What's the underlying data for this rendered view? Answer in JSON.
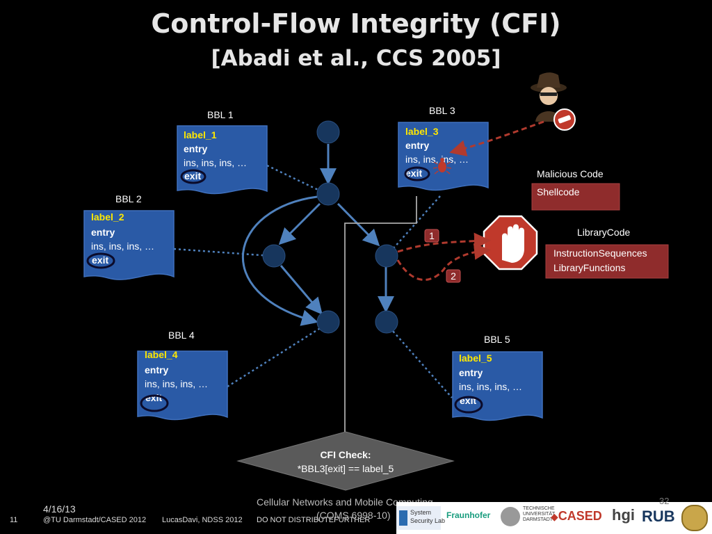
{
  "title": "Control-Flow Integrity (CFI)",
  "subtitle": "[Abadi et al., CCS 2005]",
  "blocks": [
    {
      "caption": "BBL 1",
      "label": "label_1",
      "entry": "entry",
      "ins": "ins, ins, ins, …",
      "exit": "exit"
    },
    {
      "caption": "BBL 2",
      "label": "label_2",
      "entry": "entry",
      "ins": "ins, ins, ins, …",
      "exit": "exit"
    },
    {
      "caption": "BBL 3",
      "label": "label_3",
      "entry": "entry",
      "ins": "ins, ins, ins, …",
      "exit": "exit"
    },
    {
      "caption": "BBL 4",
      "label": "label_4",
      "entry": "entry",
      "ins": "ins, ins, ins, …",
      "exit": "exit"
    },
    {
      "caption": "BBL 5",
      "label": "label_5",
      "entry": "entry",
      "ins": "ins, ins, ins, …",
      "exit": "exit"
    }
  ],
  "malicious": {
    "caption": "Malicious Code",
    "box": "Shellcode"
  },
  "library": {
    "caption": "LibraryCode",
    "line1": "InstructionSequences",
    "line2": "LibraryFunctions"
  },
  "attack_markers": [
    "1",
    "2"
  ],
  "cfi_check": {
    "title": "CFI Check:",
    "expr": "*BBL3[exit] == label_5"
  },
  "footer": {
    "date": "4/16/13",
    "page": "11",
    "org": "@TU Darmstadt/CASED 2012",
    "author": "LucasDavi, NDSS 2012",
    "notice": "DO NOT DISTRIBUTEFURTHER",
    "course_line1": "Cellular Networks and Mobile Computing",
    "course_line2": "(COMS 6998-10)",
    "slide_no": "32"
  },
  "logos": {
    "ssl_line1": "System",
    "ssl_line2": "Security Lab",
    "fraunhofer": "Fraunhofer",
    "tud_line1": "TECHNISCHE",
    "tud_line2": "UNIVERSITÄT",
    "tud_line3": "DARMSTADT",
    "cased": "CASED",
    "hgi": "hgi",
    "rub": "RUB"
  },
  "colors": {
    "doc_fill": "#2a5aa6",
    "node_fill": "#17365d",
    "edge": "#4f81bd",
    "attack": "#b03a2e",
    "lib_box": "#8f2c2c",
    "label": "#ffe800",
    "check_fill": "#5a5a5a"
  }
}
